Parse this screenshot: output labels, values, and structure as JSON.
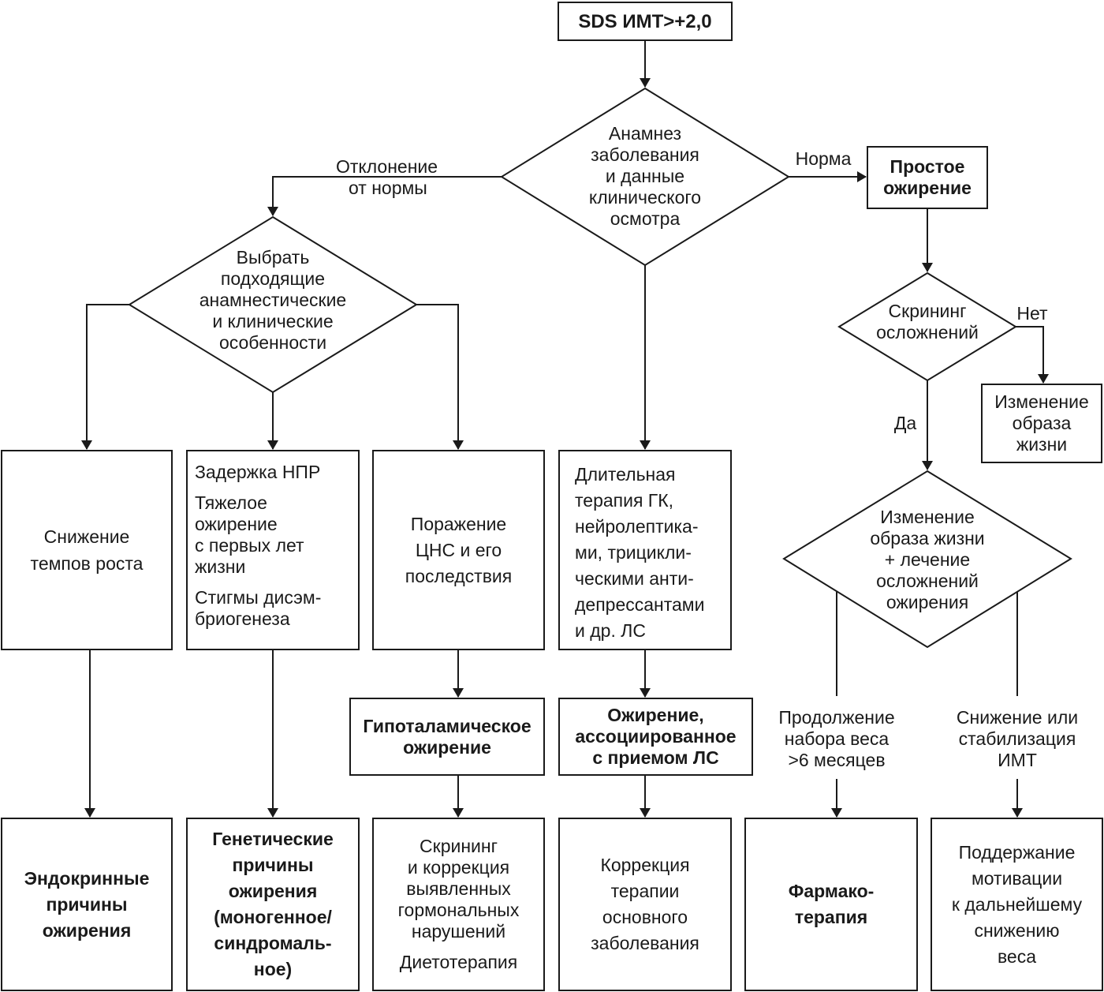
{
  "start": {
    "label": "SDS ИМТ>+2,0"
  },
  "decision_main": {
    "lines": [
      "Анамнез",
      "заболевания",
      "и данные",
      "клинического",
      "осмотра"
    ]
  },
  "edge_deviation": {
    "lines": [
      "Отклонение",
      "от нормы"
    ]
  },
  "edge_norm": {
    "label": "Норма"
  },
  "simple_obesity": {
    "lines": [
      "Простое",
      "ожирение"
    ]
  },
  "decision_select": {
    "lines": [
      "Выбрать",
      "подходящие",
      "анамнестические",
      "и клинические",
      "особенности"
    ]
  },
  "box_growth": {
    "lines": [
      "Снижение",
      "темпов роста"
    ]
  },
  "box_npr": {
    "p1": "Задержка НПР",
    "p2": [
      "Тяжелое",
      "ожирение",
      "с первых лет",
      "жизни"
    ],
    "p3": [
      "Стигмы дисэм-",
      "бриогенеза"
    ]
  },
  "box_cns": {
    "lines": [
      "Поражение",
      "ЦНС и его",
      "последствия"
    ]
  },
  "box_therapy": {
    "lines": [
      "Длительная",
      "терапия ГК,",
      "нейролептика-",
      "ми, трицикли-",
      "ческими анти-",
      "депрессантами",
      "и др. ЛС"
    ]
  },
  "decision_screening": {
    "lines": [
      "Скрининг",
      "осложнений"
    ]
  },
  "edge_no": {
    "label": "Нет"
  },
  "edge_yes": {
    "label": "Да"
  },
  "box_lifestyle": {
    "lines": [
      "Изменение",
      "образа",
      "жизни"
    ]
  },
  "decision_lifestyle_treat": {
    "lines": [
      "Изменение",
      "образа жизни",
      "+ лечение",
      "осложнений",
      "ожирения"
    ]
  },
  "edge_continue": {
    "lines": [
      "Продолжение",
      "набора веса",
      ">6 месяцев"
    ]
  },
  "edge_decrease": {
    "lines": [
      "Снижение или",
      "стабилизация",
      "ИМТ"
    ]
  },
  "box_hypothalamic": {
    "lines": [
      "Гипоталамическое",
      "ожирение"
    ]
  },
  "box_drug_obesity": {
    "lines": [
      "Ожирение,",
      "ассоциированное",
      "с приемом ЛС"
    ]
  },
  "out_endocrine": {
    "lines": [
      "Эндокринные",
      "причины",
      "ожирения"
    ]
  },
  "out_genetic": {
    "lines": [
      "Генетические",
      "причины",
      "ожирения",
      "(моногенное/",
      "синдромаль-",
      "ное)"
    ]
  },
  "out_screening_hormonal": {
    "lines": [
      "Скрининг",
      "и коррекция",
      "выявленных",
      "гормональных",
      "нарушений"
    ],
    "extra": "Диетотерапия"
  },
  "out_correction": {
    "lines": [
      "Коррекция",
      "терапии",
      "основного",
      "заболевания"
    ]
  },
  "out_pharma": {
    "lines": [
      "Фармако-",
      "терапия"
    ]
  },
  "out_motivation": {
    "lines": [
      "Поддержание",
      "мотивации",
      "к дальнейшему",
      "снижению",
      "веса"
    ]
  }
}
